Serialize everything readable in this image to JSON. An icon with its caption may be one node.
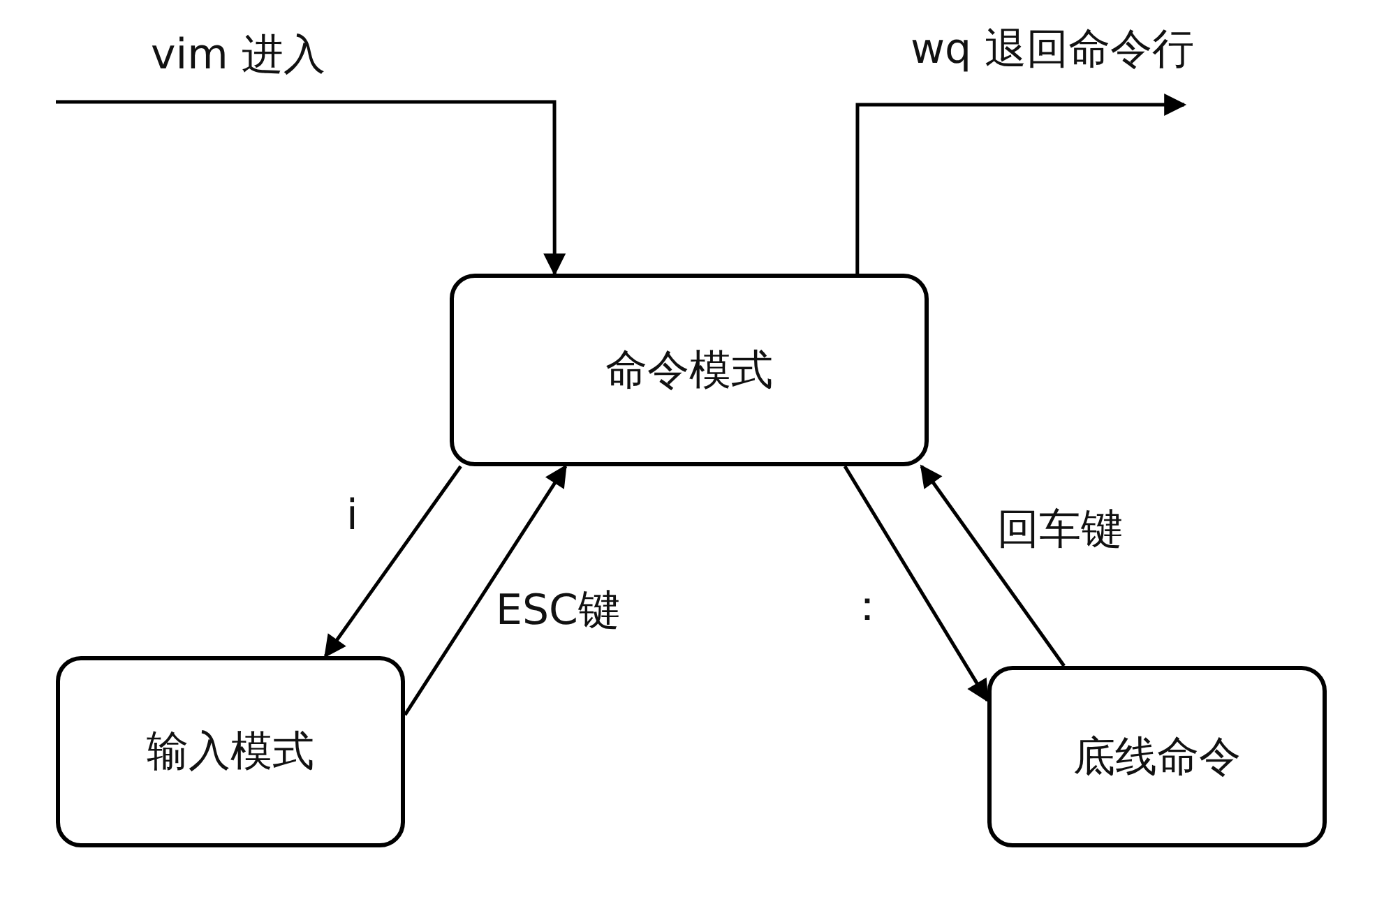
{
  "diagram": {
    "nodes": [
      {
        "text": [
          "命令模式"
        ]
      },
      {
        "text": [
          "输入模式"
        ]
      },
      {
        "text": [
          "底线命令"
        ]
      }
    ],
    "edges": [
      {
        "from": null,
        "to": 0,
        "arrow": "to",
        "label": "vim 进入"
      },
      {
        "from": 0,
        "to": null,
        "arrow": "to",
        "label": "wq 退回命令行"
      },
      {
        "from": 0,
        "to": 1,
        "arrow": "to",
        "label": "i"
      },
      {
        "from": 1,
        "to": 0,
        "arrow": "to",
        "label": "ESC键"
      },
      {
        "from": 0,
        "to": 2,
        "arrow": "to",
        "label": "："
      },
      {
        "from": 2,
        "to": 0,
        "arrow": "to",
        "label": "回车键"
      }
    ]
  }
}
